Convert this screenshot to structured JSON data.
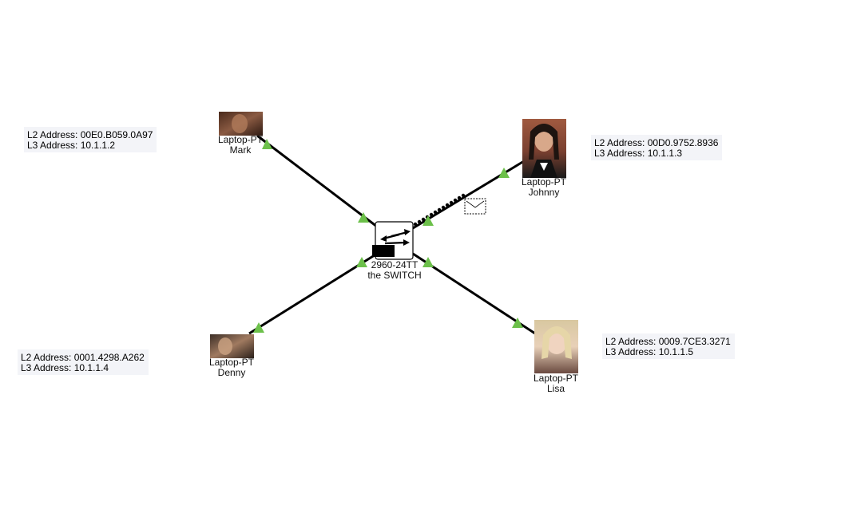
{
  "colors": {
    "link": "#000000",
    "port_up": "#6cc04a",
    "address_box_bg": "#f3f4f8"
  },
  "switch": {
    "model": "2960-24TT",
    "name": "the SWITCH",
    "icon": "switch-arrows-icon"
  },
  "devices": [
    {
      "id": "mark",
      "type": "Laptop-PT",
      "name": "Mark",
      "l2_address_text": "L2 Address: 00E0.B059.0A97",
      "l3_address_text": "L3 Address: 10.1.1.2"
    },
    {
      "id": "johnny",
      "type": "Laptop-PT",
      "name": "Johnny",
      "l2_address_text": "L2 Address: 00D0.9752.8936",
      "l3_address_text": "L3 Address: 10.1.1.3"
    },
    {
      "id": "denny",
      "type": "Laptop-PT",
      "name": "Denny",
      "l2_address_text": "L2 Address: 0001.4298.A262",
      "l3_address_text": "L3 Address: 10.1.1.4"
    },
    {
      "id": "lisa",
      "type": "Laptop-PT",
      "name": "Lisa",
      "l2_address_text": "L2 Address: 0009.7CE3.3271",
      "l3_address_text": "L3 Address: 10.1.1.5"
    }
  ],
  "simulation": {
    "pdu_icon": "envelope-icon",
    "active_link": "johnny"
  }
}
